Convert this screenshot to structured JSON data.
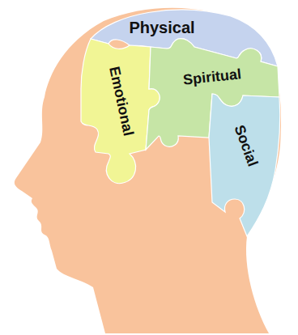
{
  "diagram": {
    "nodes": [
      {
        "text": [
          "Physical"
        ]
      },
      {
        "text": [
          "Emotional"
        ]
      },
      {
        "text": [
          "Spiritual"
        ]
      },
      {
        "text": [
          "Social"
        ]
      }
    ]
  }
}
